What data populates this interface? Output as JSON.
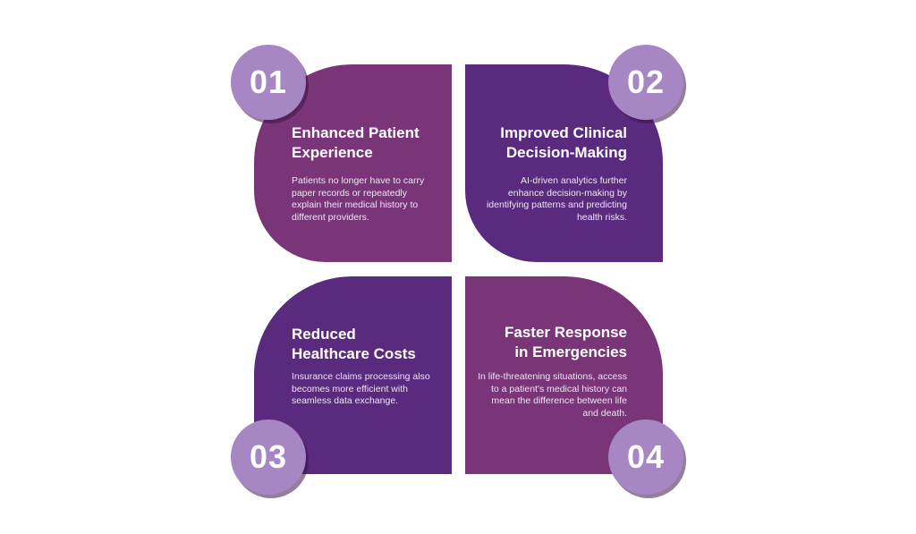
{
  "colors": {
    "petal_magenta": "#7a3579",
    "petal_purple": "#5a2a7f",
    "badge": "#a786c4"
  },
  "items": [
    {
      "number": "01",
      "title_lines": [
        "Enhanced Patient",
        "Experience"
      ],
      "description": "Patients no longer have to carry paper records or repeatedly explain their medical history to different providers."
    },
    {
      "number": "02",
      "title_lines": [
        "Improved Clinical",
        "Decision-Making"
      ],
      "description": "AI-driven analytics further enhance decision-making by identifying patterns and predicting health risks."
    },
    {
      "number": "03",
      "title_lines": [
        "Reduced",
        "Healthcare Costs"
      ],
      "description": "Insurance claims processing also becomes more efficient with seamless data exchange."
    },
    {
      "number": "04",
      "title_lines": [
        "Faster Response",
        "in Emergencies"
      ],
      "description": "In life-threatening situations, access to a patient's medical history can mean the difference between life and death."
    }
  ]
}
